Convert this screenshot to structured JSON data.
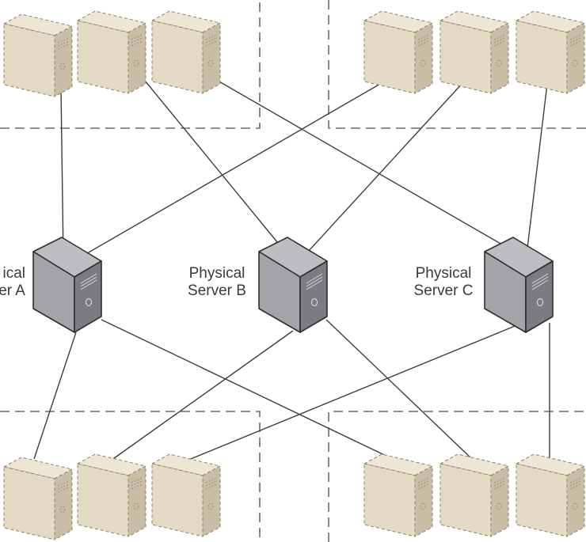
{
  "colors": {
    "virtual_front": "#e4d9c2",
    "virtual_side": "#c9bea5",
    "virtual_top": "#eee6d4",
    "virtual_outline": "#8a8170",
    "physical_front": "#a3a4a8",
    "physical_side": "#7b7c81",
    "physical_top": "#bdbec2",
    "physical_outline": "#2e2e2e",
    "connection_line": "#3d3d3d",
    "zone_border": "#6b6b6b"
  },
  "servers": [
    {
      "id": "A",
      "line1": "Physical",
      "line2": "Server A",
      "visible_line1": "ical",
      "visible_line2": "er A"
    },
    {
      "id": "B",
      "line1": "Physical",
      "line2": "Server B"
    },
    {
      "id": "C",
      "line1": "Physical",
      "line2": "Server C"
    }
  ],
  "zones": [
    {
      "id": "top-left",
      "machines": 3
    },
    {
      "id": "top-right",
      "machines": 3
    },
    {
      "id": "bottom-left",
      "machines": 3
    },
    {
      "id": "bottom-right",
      "machines": 3
    }
  ],
  "connections": [
    {
      "from": "top-left-1",
      "to": "A"
    },
    {
      "from": "top-left-2",
      "to": "B"
    },
    {
      "from": "top-left-3",
      "to": "C"
    },
    {
      "from": "top-right-1",
      "to": "A"
    },
    {
      "from": "top-right-2",
      "to": "B"
    },
    {
      "from": "top-right-3",
      "to": "C"
    },
    {
      "from": "bottom-left-1",
      "to": "A"
    },
    {
      "from": "bottom-left-2",
      "to": "B"
    },
    {
      "from": "bottom-left-3",
      "to": "C"
    },
    {
      "from": "bottom-right-1",
      "to": "A"
    },
    {
      "from": "bottom-right-2",
      "to": "B"
    },
    {
      "from": "bottom-right-3",
      "to": "C"
    }
  ]
}
